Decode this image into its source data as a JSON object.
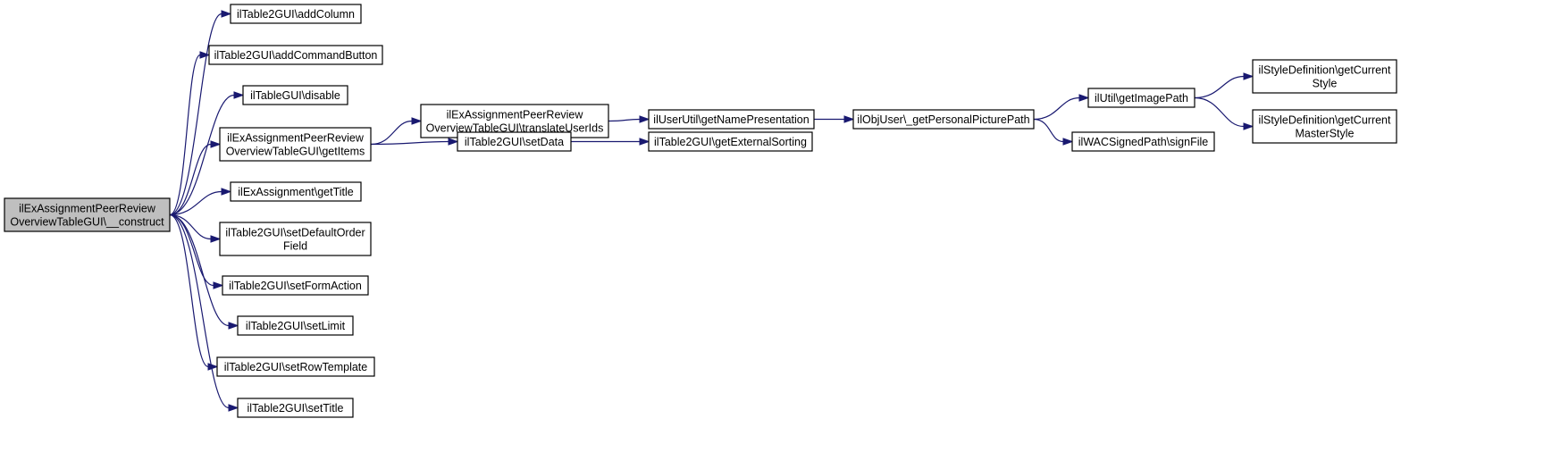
{
  "diagram": {
    "colors": {
      "edge": "#191970",
      "root_fill": "#bfbfbf",
      "node_fill": "#ffffff",
      "border": "#000000"
    },
    "nodes": [
      {
        "id": "n0",
        "lines": [
          "ilExAssignmentPeerReview",
          "OverviewTableGUI\\__construct"
        ],
        "root": true
      },
      {
        "id": "n1",
        "lines": [
          "ilTable2GUI\\addColumn"
        ]
      },
      {
        "id": "n2",
        "lines": [
          "ilTable2GUI\\addCommandButton"
        ]
      },
      {
        "id": "n3",
        "lines": [
          "ilTableGUI\\disable"
        ]
      },
      {
        "id": "n4",
        "lines": [
          "ilExAssignmentPeerReview",
          "OverviewTableGUI\\getItems"
        ]
      },
      {
        "id": "n5",
        "lines": [
          "ilExAssignment\\getTitle"
        ]
      },
      {
        "id": "n6",
        "lines": [
          "ilTable2GUI\\setDefaultOrder",
          "Field"
        ]
      },
      {
        "id": "n7",
        "lines": [
          "ilTable2GUI\\setFormAction"
        ]
      },
      {
        "id": "n8",
        "lines": [
          "ilTable2GUI\\setLimit"
        ]
      },
      {
        "id": "n9",
        "lines": [
          "ilTable2GUI\\setRowTemplate"
        ]
      },
      {
        "id": "n10",
        "lines": [
          "ilTable2GUI\\setTitle"
        ]
      },
      {
        "id": "n11",
        "lines": [
          "ilExAssignmentPeerReview",
          "OverviewTableGUI\\translateUserIds"
        ]
      },
      {
        "id": "n12",
        "lines": [
          "ilTable2GUI\\setData"
        ]
      },
      {
        "id": "n13",
        "lines": [
          "ilUserUtil\\getNamePresentation"
        ]
      },
      {
        "id": "n14",
        "lines": [
          "ilTable2GUI\\getExternalSorting"
        ]
      },
      {
        "id": "n15",
        "lines": [
          "ilObjUser\\_getPersonalPicturePath"
        ]
      },
      {
        "id": "n16",
        "lines": [
          "ilUtil\\getImagePath"
        ]
      },
      {
        "id": "n17",
        "lines": [
          "ilWACSignedPath\\signFile"
        ]
      },
      {
        "id": "n18",
        "lines": [
          "ilStyleDefinition\\getCurrent",
          "Style"
        ]
      },
      {
        "id": "n19",
        "lines": [
          "ilStyleDefinition\\getCurrent",
          "MasterStyle"
        ]
      }
    ],
    "edges": [
      {
        "from": "n0",
        "to": "n1"
      },
      {
        "from": "n0",
        "to": "n2"
      },
      {
        "from": "n0",
        "to": "n3"
      },
      {
        "from": "n0",
        "to": "n4"
      },
      {
        "from": "n0",
        "to": "n5"
      },
      {
        "from": "n0",
        "to": "n6"
      },
      {
        "from": "n0",
        "to": "n7"
      },
      {
        "from": "n0",
        "to": "n8"
      },
      {
        "from": "n0",
        "to": "n9"
      },
      {
        "from": "n0",
        "to": "n10"
      },
      {
        "from": "n4",
        "to": "n11"
      },
      {
        "from": "n4",
        "to": "n12"
      },
      {
        "from": "n11",
        "to": "n13"
      },
      {
        "from": "n12",
        "to": "n14"
      },
      {
        "from": "n13",
        "to": "n15"
      },
      {
        "from": "n15",
        "to": "n16"
      },
      {
        "from": "n15",
        "to": "n17"
      },
      {
        "from": "n16",
        "to": "n18"
      },
      {
        "from": "n16",
        "to": "n19"
      }
    ]
  }
}
